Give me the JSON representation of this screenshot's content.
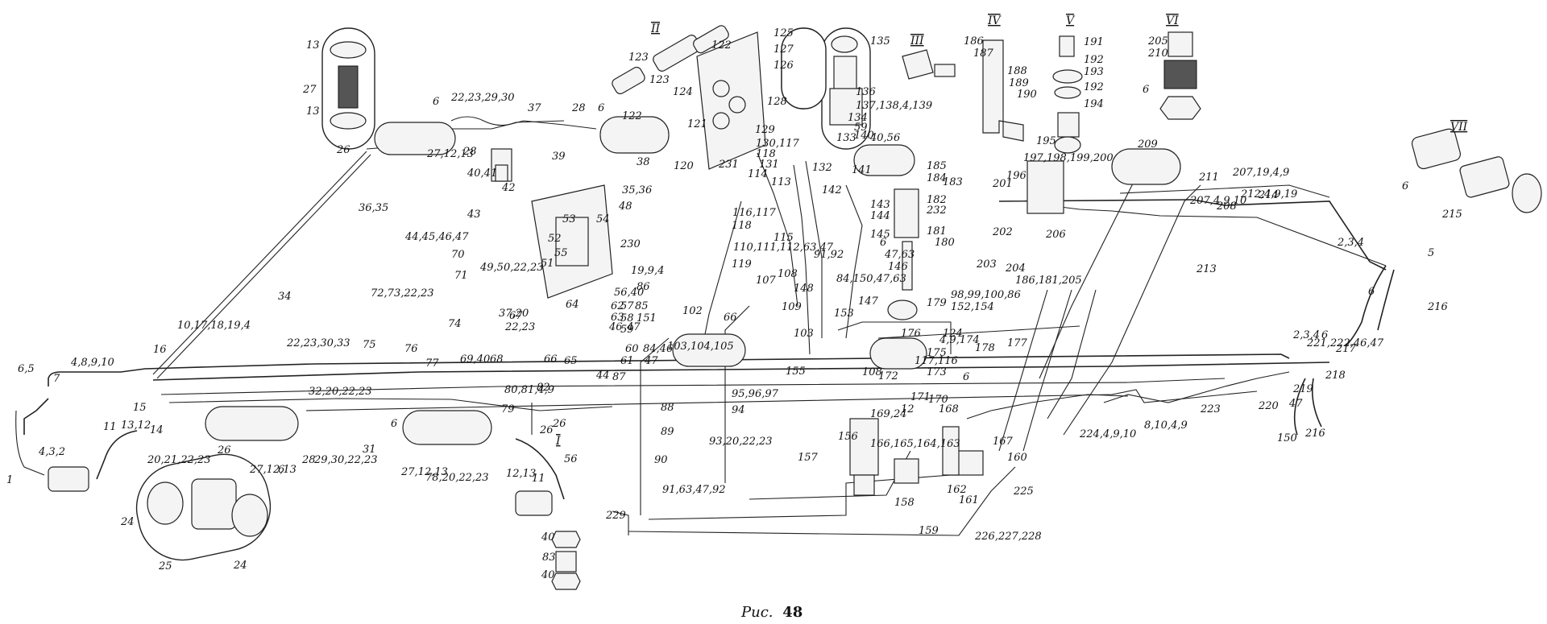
{
  "caption": {
    "prefix": "Рис.",
    "number": "48"
  },
  "roman_numerals": [
    "I",
    "II",
    "III",
    "IV",
    "V",
    "VI",
    "VII"
  ],
  "labels": [
    "6,5",
    "7",
    "4,8,9,10",
    "1",
    "4,3,2",
    "11",
    "13,12",
    "14",
    "15",
    "16",
    "10,17,18,19,4",
    "20,21,22,23",
    "24",
    "25",
    "24",
    "13",
    "27",
    "13",
    "26",
    "27,12,13",
    "6",
    "28",
    "22,23,29,30",
    "37",
    "28",
    "6",
    "122",
    "38",
    "39",
    "36,35",
    "34",
    "22,23,30,33",
    "75",
    "76",
    "77",
    "32,20,22,23",
    "26",
    "27,12,13",
    "6",
    "28",
    "29,30,22,23",
    "31",
    "6",
    "27,12,13",
    "78,20,22,23",
    "12,13",
    "26",
    "79",
    "80,81,4,9",
    "82",
    "26",
    "56",
    "11",
    "229",
    "40",
    "83",
    "40",
    "42",
    "43",
    "40,41",
    "44,45,46,47",
    "35,36",
    "48",
    "54",
    "53",
    "52",
    "51",
    "55",
    "230",
    "19,9,4",
    "70",
    "71",
    "49,50,22,23",
    "72,73,22,23",
    "67",
    "37,20",
    "22,23",
    "74",
    "69,40",
    "68",
    "66",
    "65",
    "64",
    "62",
    "63",
    "46",
    "47",
    "56,40",
    "57",
    "58",
    "59",
    "85",
    "151",
    "60",
    "84,46",
    "61",
    "47",
    "44",
    "87",
    "86",
    "103,104,105",
    "66",
    "102",
    "107",
    "88",
    "89",
    "90",
    "93,20,22,23",
    "91,63,47,92",
    "95,96,97",
    "94",
    "120",
    "121",
    "125",
    "127",
    "126",
    "128",
    "129",
    "130,117",
    "118",
    "131",
    "231",
    "116,117",
    "118",
    "110,111,112,63,47",
    "119",
    "114",
    "113",
    "115",
    "108",
    "109",
    "103",
    "148",
    "135",
    "136",
    "137,138,4,139",
    "134",
    "133",
    "59",
    "140",
    "40,56",
    "132",
    "141",
    "185",
    "184",
    "142",
    "143",
    "144",
    "145",
    "6",
    "47,63",
    "91,92",
    "146",
    "84,150,47,63",
    "183",
    "182",
    "232",
    "181",
    "180",
    "179",
    "98,99,100,86",
    "152,154",
    "147",
    "153",
    "176",
    "124",
    "178",
    "175",
    "4,9,174",
    "177",
    "117,116",
    "173",
    "6",
    "108",
    "172",
    "155",
    "171",
    "170",
    "12",
    "168",
    "169,24",
    "156",
    "157",
    "166,165,164,163",
    "158",
    "162",
    "161",
    "167",
    "160",
    "225",
    "159",
    "226,227,228",
    "186",
    "187",
    "188",
    "189",
    "190",
    "191",
    "192",
    "193",
    "192",
    "194",
    "195",
    "205",
    "210",
    "6",
    "196",
    "197,198,199,200",
    "201",
    "202",
    "203",
    "204",
    "206",
    "186,181,205",
    "209",
    "211",
    "207,19,4,9",
    "212,4,9,19",
    "214",
    "207,4,9,10",
    "208",
    "213",
    "2,3,4",
    "5",
    "6",
    "216",
    "6",
    "215",
    "2,3,4",
    "6",
    "217",
    "218",
    "219",
    "47",
    "150",
    "216",
    "220",
    "221,222,46,47",
    "223",
    "8,10,4,9",
    "224,4,9,10",
    "123",
    "124",
    "123",
    "122"
  ]
}
